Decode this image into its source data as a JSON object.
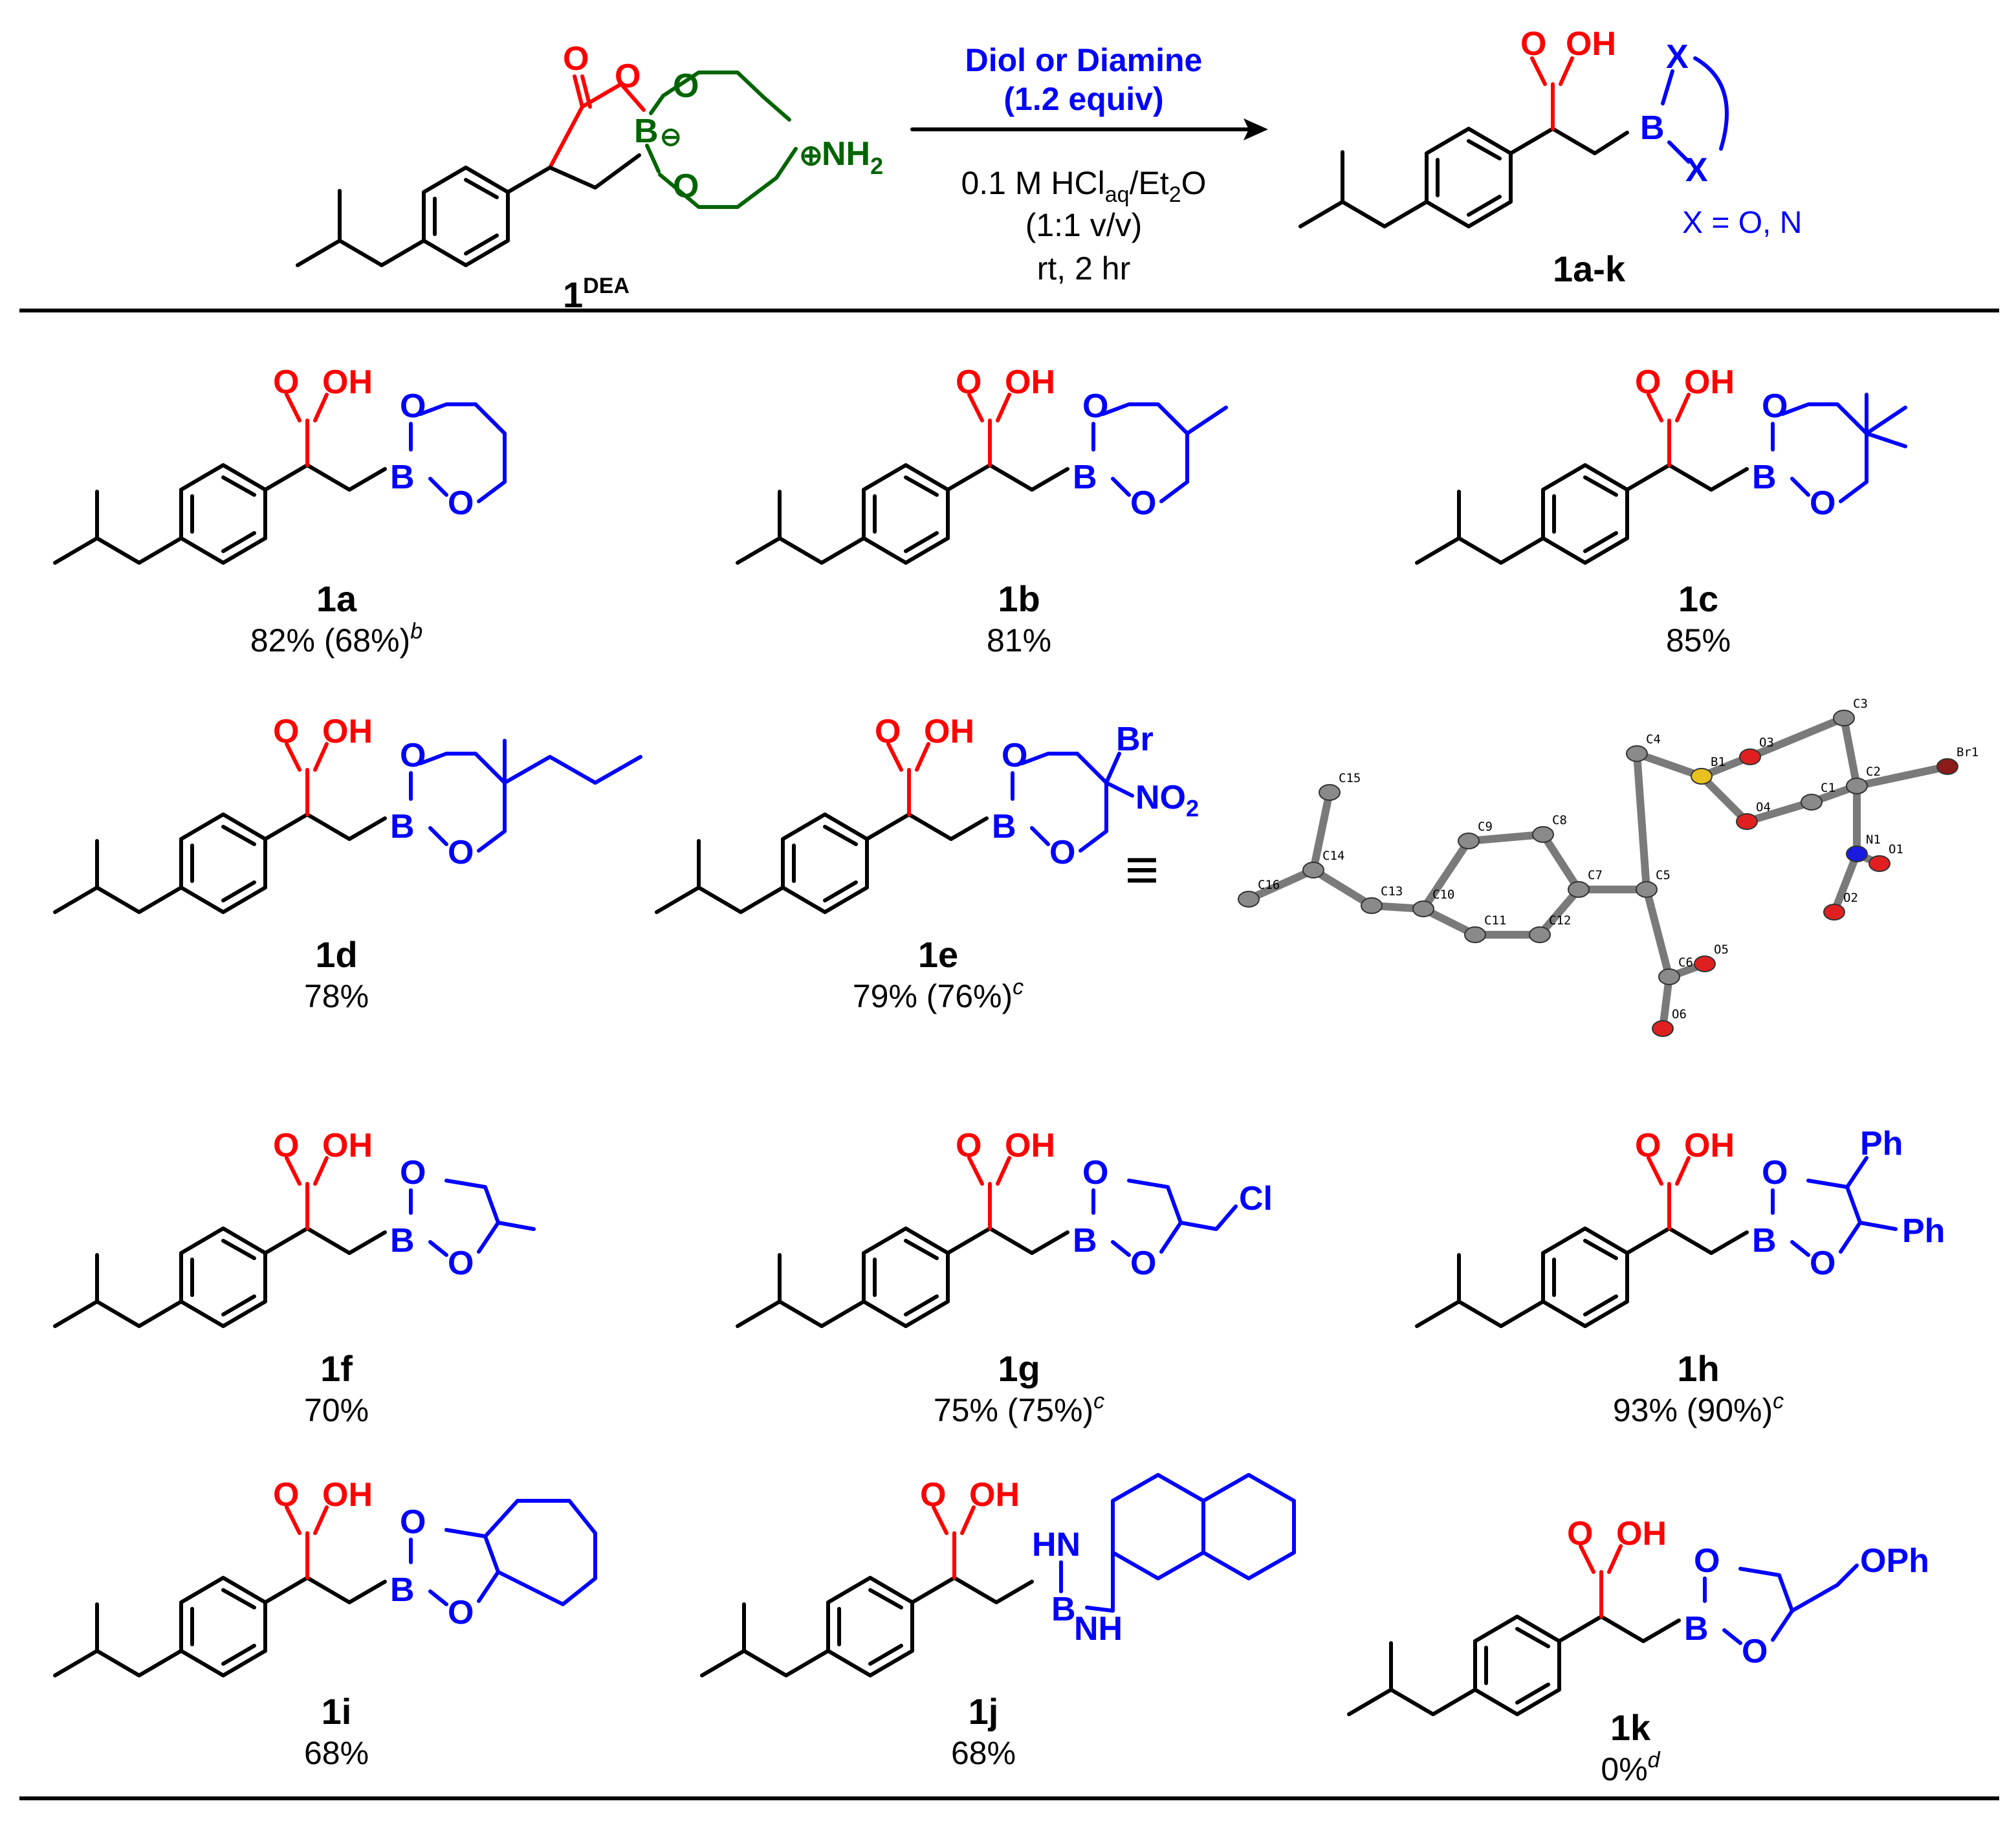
{
  "scheme": {
    "starting_material": {
      "label": "1",
      "label_sup": "DEA"
    },
    "conditions": {
      "reagent_line1": "Diol or Diamine",
      "reagent_line2": "(1.2 equiv)",
      "solvent_line": "0.1 M HCl",
      "solvent_sub": "aq",
      "solvent_tail": "/Et",
      "solvent_sub2": "2",
      "solvent_end": "O",
      "ratio": "(1:1 v/v)",
      "time": "rt, 2 hr"
    },
    "product": {
      "label": "1a-k",
      "x_note": "X = O, N"
    }
  },
  "atoms": {
    "O": "O",
    "OH": "OH",
    "B": "B",
    "X": "X",
    "N": "N",
    "NH": "NH",
    "HN": "HN",
    "NH2": "NH",
    "NH2_sub": "2",
    "minus": "⊖",
    "plus": "⊕",
    "Br": "Br",
    "NO2": "NO",
    "NO2_sub": "2",
    "Cl": "Cl",
    "Ph": "Ph",
    "OPh": "OPh"
  },
  "compounds": [
    {
      "label": "1a",
      "yield": "82% (68%)",
      "note": "b"
    },
    {
      "label": "1b",
      "yield": "81%",
      "note": ""
    },
    {
      "label": "1c",
      "yield": "85%",
      "note": ""
    },
    {
      "label": "1d",
      "yield": "78%",
      "note": ""
    },
    {
      "label": "1e",
      "yield": "79% (76%)",
      "note": "c"
    },
    {
      "label": "1f",
      "yield": "70%",
      "note": ""
    },
    {
      "label": "1g",
      "yield": "75% (75%)",
      "note": "c"
    },
    {
      "label": "1h",
      "yield": "93% (90%)",
      "note": "c"
    },
    {
      "label": "1i",
      "yield": "68%",
      "note": ""
    },
    {
      "label": "1j",
      "yield": "68%",
      "note": ""
    },
    {
      "label": "1k",
      "yield": "0%",
      "note": "d"
    }
  ],
  "equivalence_symbol": "≡",
  "crystal_labels": [
    "C15",
    "C14",
    "C16",
    "C13",
    "C10",
    "C9",
    "C8",
    "C7",
    "C11",
    "C12",
    "C4",
    "B1",
    "C5",
    "C6",
    "O5",
    "O6",
    "O3",
    "C3",
    "C1",
    "C2",
    "Br1",
    "O4",
    "N1",
    "O1",
    "O2"
  ],
  "colors": {
    "red": "#ff0000",
    "blue": "#0000ff",
    "green": "#006400",
    "black": "#000000"
  }
}
